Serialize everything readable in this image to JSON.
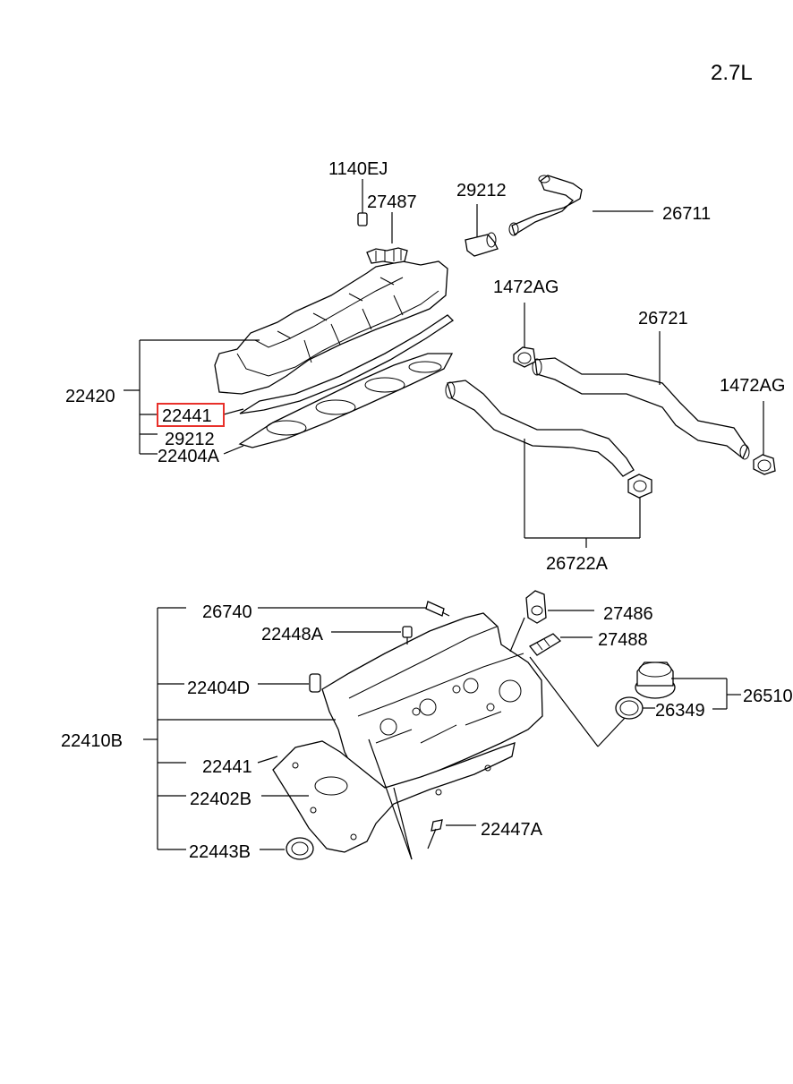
{
  "engine_label": "2.7L",
  "highlight_color": "#e8302a",
  "upper_group": {
    "assembly_label": "22420",
    "highlighted_label": "22441",
    "sub_labels": [
      "29212",
      "22404A"
    ]
  },
  "top_parts": {
    "bolt_label": "1140EJ",
    "bolt_set_label": "27487",
    "connector_label": "29212",
    "hose_upper_label": "26711"
  },
  "hoses": {
    "clamp_left_label": "1472AG",
    "clamp_right_label": "1472AG",
    "hose_mid_label": "26721",
    "hose_assembly_label": "26722A"
  },
  "lower_group": {
    "assembly_label": "22410B",
    "items": [
      "26740",
      "22448A",
      "22404D",
      "22441",
      "22402B",
      "22443B"
    ],
    "bolt_label": "22447A",
    "pcv_label": "27486",
    "valve_label": "27488",
    "cap_label": "26510",
    "cap_seal_label": "26349"
  }
}
